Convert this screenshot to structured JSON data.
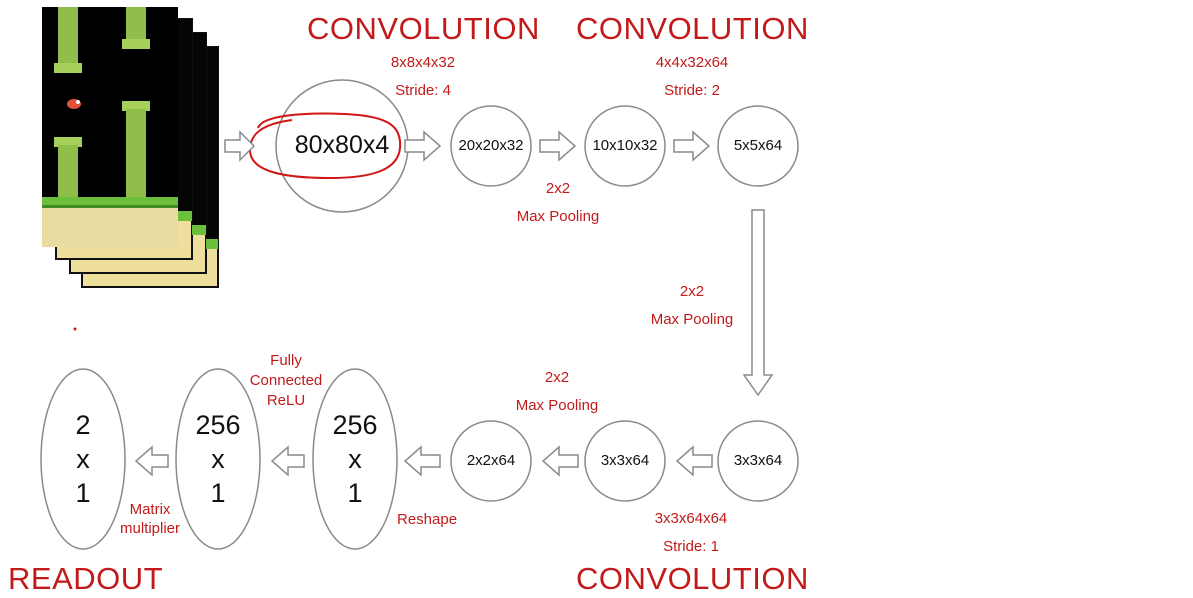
{
  "colors": {
    "accent_red": "#c21a1a",
    "outline": "#8a8a8a"
  },
  "headers": {
    "conv1": "CONVOLUTION",
    "conv2": "CONVOLUTION",
    "conv3": "CONVOLUTION",
    "readout": "READOUT"
  },
  "params": {
    "conv1_kernel": "8x8x4x32",
    "conv1_stride": "Stride: 4",
    "conv2_kernel": "4x4x32x64",
    "conv2_stride": "Stride: 2",
    "conv3_kernel": "3x3x64x64",
    "conv3_stride": "Stride: 1",
    "pool1_size": "2x2",
    "pool1_label": "Max Pooling",
    "pool2_size": "2x2",
    "pool2_label": "Max Pooling",
    "pool3_size": "2x2",
    "pool3_label": "Max Pooling",
    "fc_line1": "Fully",
    "fc_line2": "Connected",
    "fc_line3": "ReLU",
    "reshape": "Reshape",
    "matmul_line1": "Matrix",
    "matmul_line2": "multiplier"
  },
  "nodes": {
    "input": "80x80x4",
    "n20": "20x20x32",
    "n10": "10x10x32",
    "n5": "5x5x64",
    "n3a": "3x3x64",
    "n3b": "3x3x64",
    "n2": "2x2x64"
  },
  "ovals": {
    "reshape_vec": {
      "top": "256",
      "mid": "x",
      "bot": "1"
    },
    "fc_vec": {
      "top": "256",
      "mid": "x",
      "bot": "1"
    },
    "readout_vec": {
      "top": "2",
      "mid": "x",
      "bot": "1"
    }
  },
  "input_image": {
    "description_icon": "game-frame-stack-icon"
  }
}
